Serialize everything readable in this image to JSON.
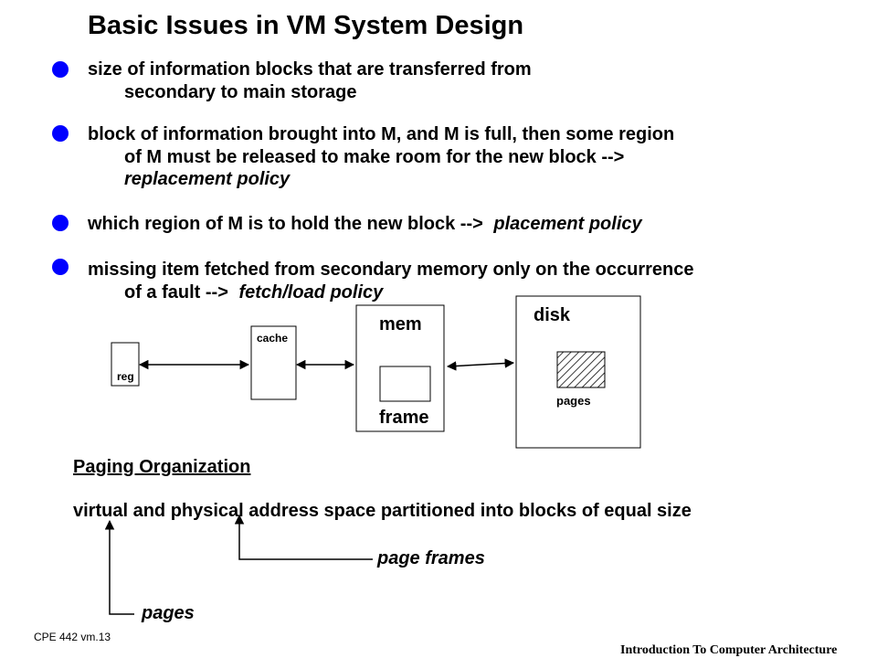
{
  "slide": {
    "title": "Basic Issues in VM System Design",
    "accent_color": "#0000ff",
    "bullets": [
      {
        "line1": "size of information blocks that are transferred from",
        "line2": "secondary to main storage"
      },
      {
        "line1": "block of information brought into M, and M is full, then some region",
        "line2": "of M must be released to make room for the new block -->",
        "line3_italic": "replacement policy"
      },
      {
        "line1_plain": "which region of M is to hold the new block -->",
        "line1_italic": "placement policy"
      },
      {
        "line1": "missing item fetched from secondary memory only on the occurrence",
        "line2_plain": "of a fault  -->",
        "line2_italic": "fetch/load policy"
      }
    ]
  },
  "diagram": {
    "reg_label": "reg",
    "cache_label": "cache",
    "mem_label": "mem",
    "frame_label": "frame",
    "disk_label": "disk",
    "pages_label": "pages"
  },
  "paging": {
    "heading": "Paging Organization",
    "body": "virtual and physical address space partitioned into blocks of equal size",
    "callout_frames": "page frames",
    "callout_pages": "pages"
  },
  "footer": {
    "left": "CPE 442  vm.13",
    "right": "Introduction To Computer Architecture"
  }
}
